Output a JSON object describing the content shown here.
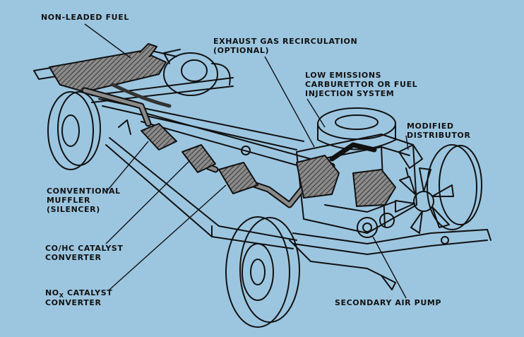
{
  "colors": {
    "background": "#9cc6e0",
    "ink": "#111111",
    "highlight_fill": "#7a7a7a"
  },
  "labels": {
    "non_leaded_fuel": "NON-LEADED FUEL",
    "egr_line1": "EXHAUST GAS RECIRCULATION",
    "egr_line2": "(OPTIONAL)",
    "low_em_line1": "LOW EMISSIONS",
    "low_em_line2": "CARBURETTOR OR FUEL",
    "low_em_line3": "INJECTION SYSTEM",
    "mod_dist_line1": "MODIFIED",
    "mod_dist_line2": "DISTRIBUTOR",
    "muffler_line1": "CONVENTIONAL",
    "muffler_line2": "MUFFLER",
    "muffler_line3": "(SILENCER)",
    "cohc_line1": "CO/HC CATALYST",
    "cohc_line2": "CONVERTER",
    "nox_prefix": "NO",
    "nox_sub": "X",
    "nox_suffix": " CATALYST",
    "nox_line2": "CONVERTER",
    "air_pump": "SECONDARY AIR PUMP"
  }
}
